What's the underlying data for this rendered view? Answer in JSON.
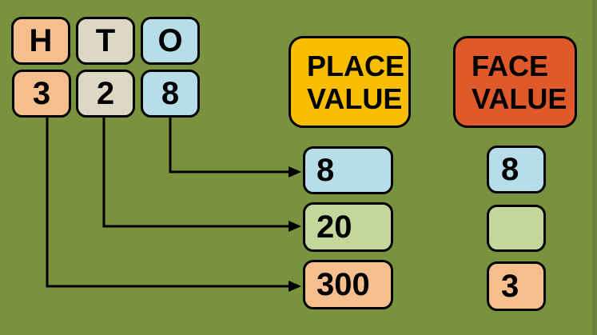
{
  "colors": {
    "background": "#79923E",
    "hundreds_box": "#F5BE8D",
    "tens_box": "#DCD8C3",
    "ones_box": "#B7DEE8",
    "tens_value_box": "#C3D69B",
    "place_value_header": "#F7BE00",
    "face_value_header": "#E0592B",
    "outline": "#000000"
  },
  "hto": {
    "letters": [
      "H",
      "T",
      "O"
    ],
    "digits": [
      "3",
      "2",
      "8"
    ]
  },
  "place_value": {
    "header_line1": "PLACE",
    "header_line2": "VALUE",
    "values": [
      "8",
      "20",
      "300"
    ]
  },
  "face_value": {
    "header_line1": "FACE",
    "header_line2": "VALUE",
    "values": [
      "8",
      "",
      "3"
    ]
  }
}
